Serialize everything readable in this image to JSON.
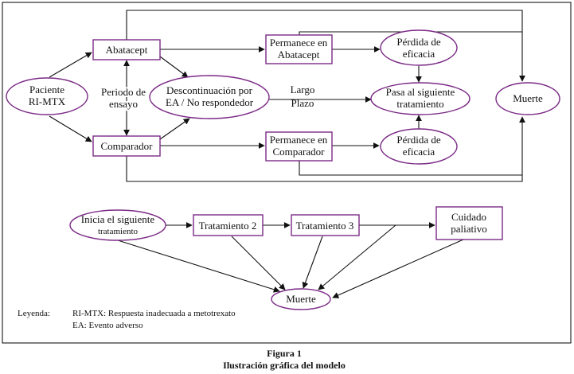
{
  "colors": {
    "node_border": "#7b2a86",
    "line": "#111111",
    "frame": "#000000",
    "background": "#ffffff"
  },
  "model_upper": {
    "patient": {
      "line1": "Paciente",
      "line2": "RI-MTX"
    },
    "abatacept": "Abatacept",
    "comparator": "Comparador",
    "trial_period": {
      "line1": "Periodo de",
      "line2": "ensayo"
    },
    "discontinuation": {
      "line1": "Descontinuación por",
      "line2": "EA / No respondedor"
    },
    "long_term": {
      "line1": "Largo",
      "line2": "Plazo"
    },
    "stays_abatacept": {
      "line1": "Permanece en",
      "line2": "Abatacept"
    },
    "stays_comparator": {
      "line1": "Permanece en",
      "line2": "Comparador"
    },
    "loss_efficacy_top": {
      "line1": "Pérdida de",
      "line2": "eficacia"
    },
    "loss_efficacy_bottom": {
      "line1": "Pérdida de",
      "line2": "eficacia"
    },
    "next_treatment": {
      "line1": "Pasa al siguiente",
      "line2": "tratamiento"
    },
    "death": "Muerte"
  },
  "model_lower": {
    "start_next": {
      "line1": "Inicia el siguiente",
      "line2": "tratamiento"
    },
    "treatment2": "Tratamiento 2",
    "treatment3": "Tratamiento 3",
    "palliative": {
      "line1": "Cuidado",
      "line2": "paliativo"
    },
    "death": "Muerte"
  },
  "legend": {
    "title": "Leyenda:",
    "items": [
      "RI-MTX: Respuesta inadecuada a metotrexato",
      "EA: Evento adverso"
    ]
  },
  "caption": {
    "figure": "Figura 1",
    "title": "Ilustración gráfica del modelo"
  }
}
